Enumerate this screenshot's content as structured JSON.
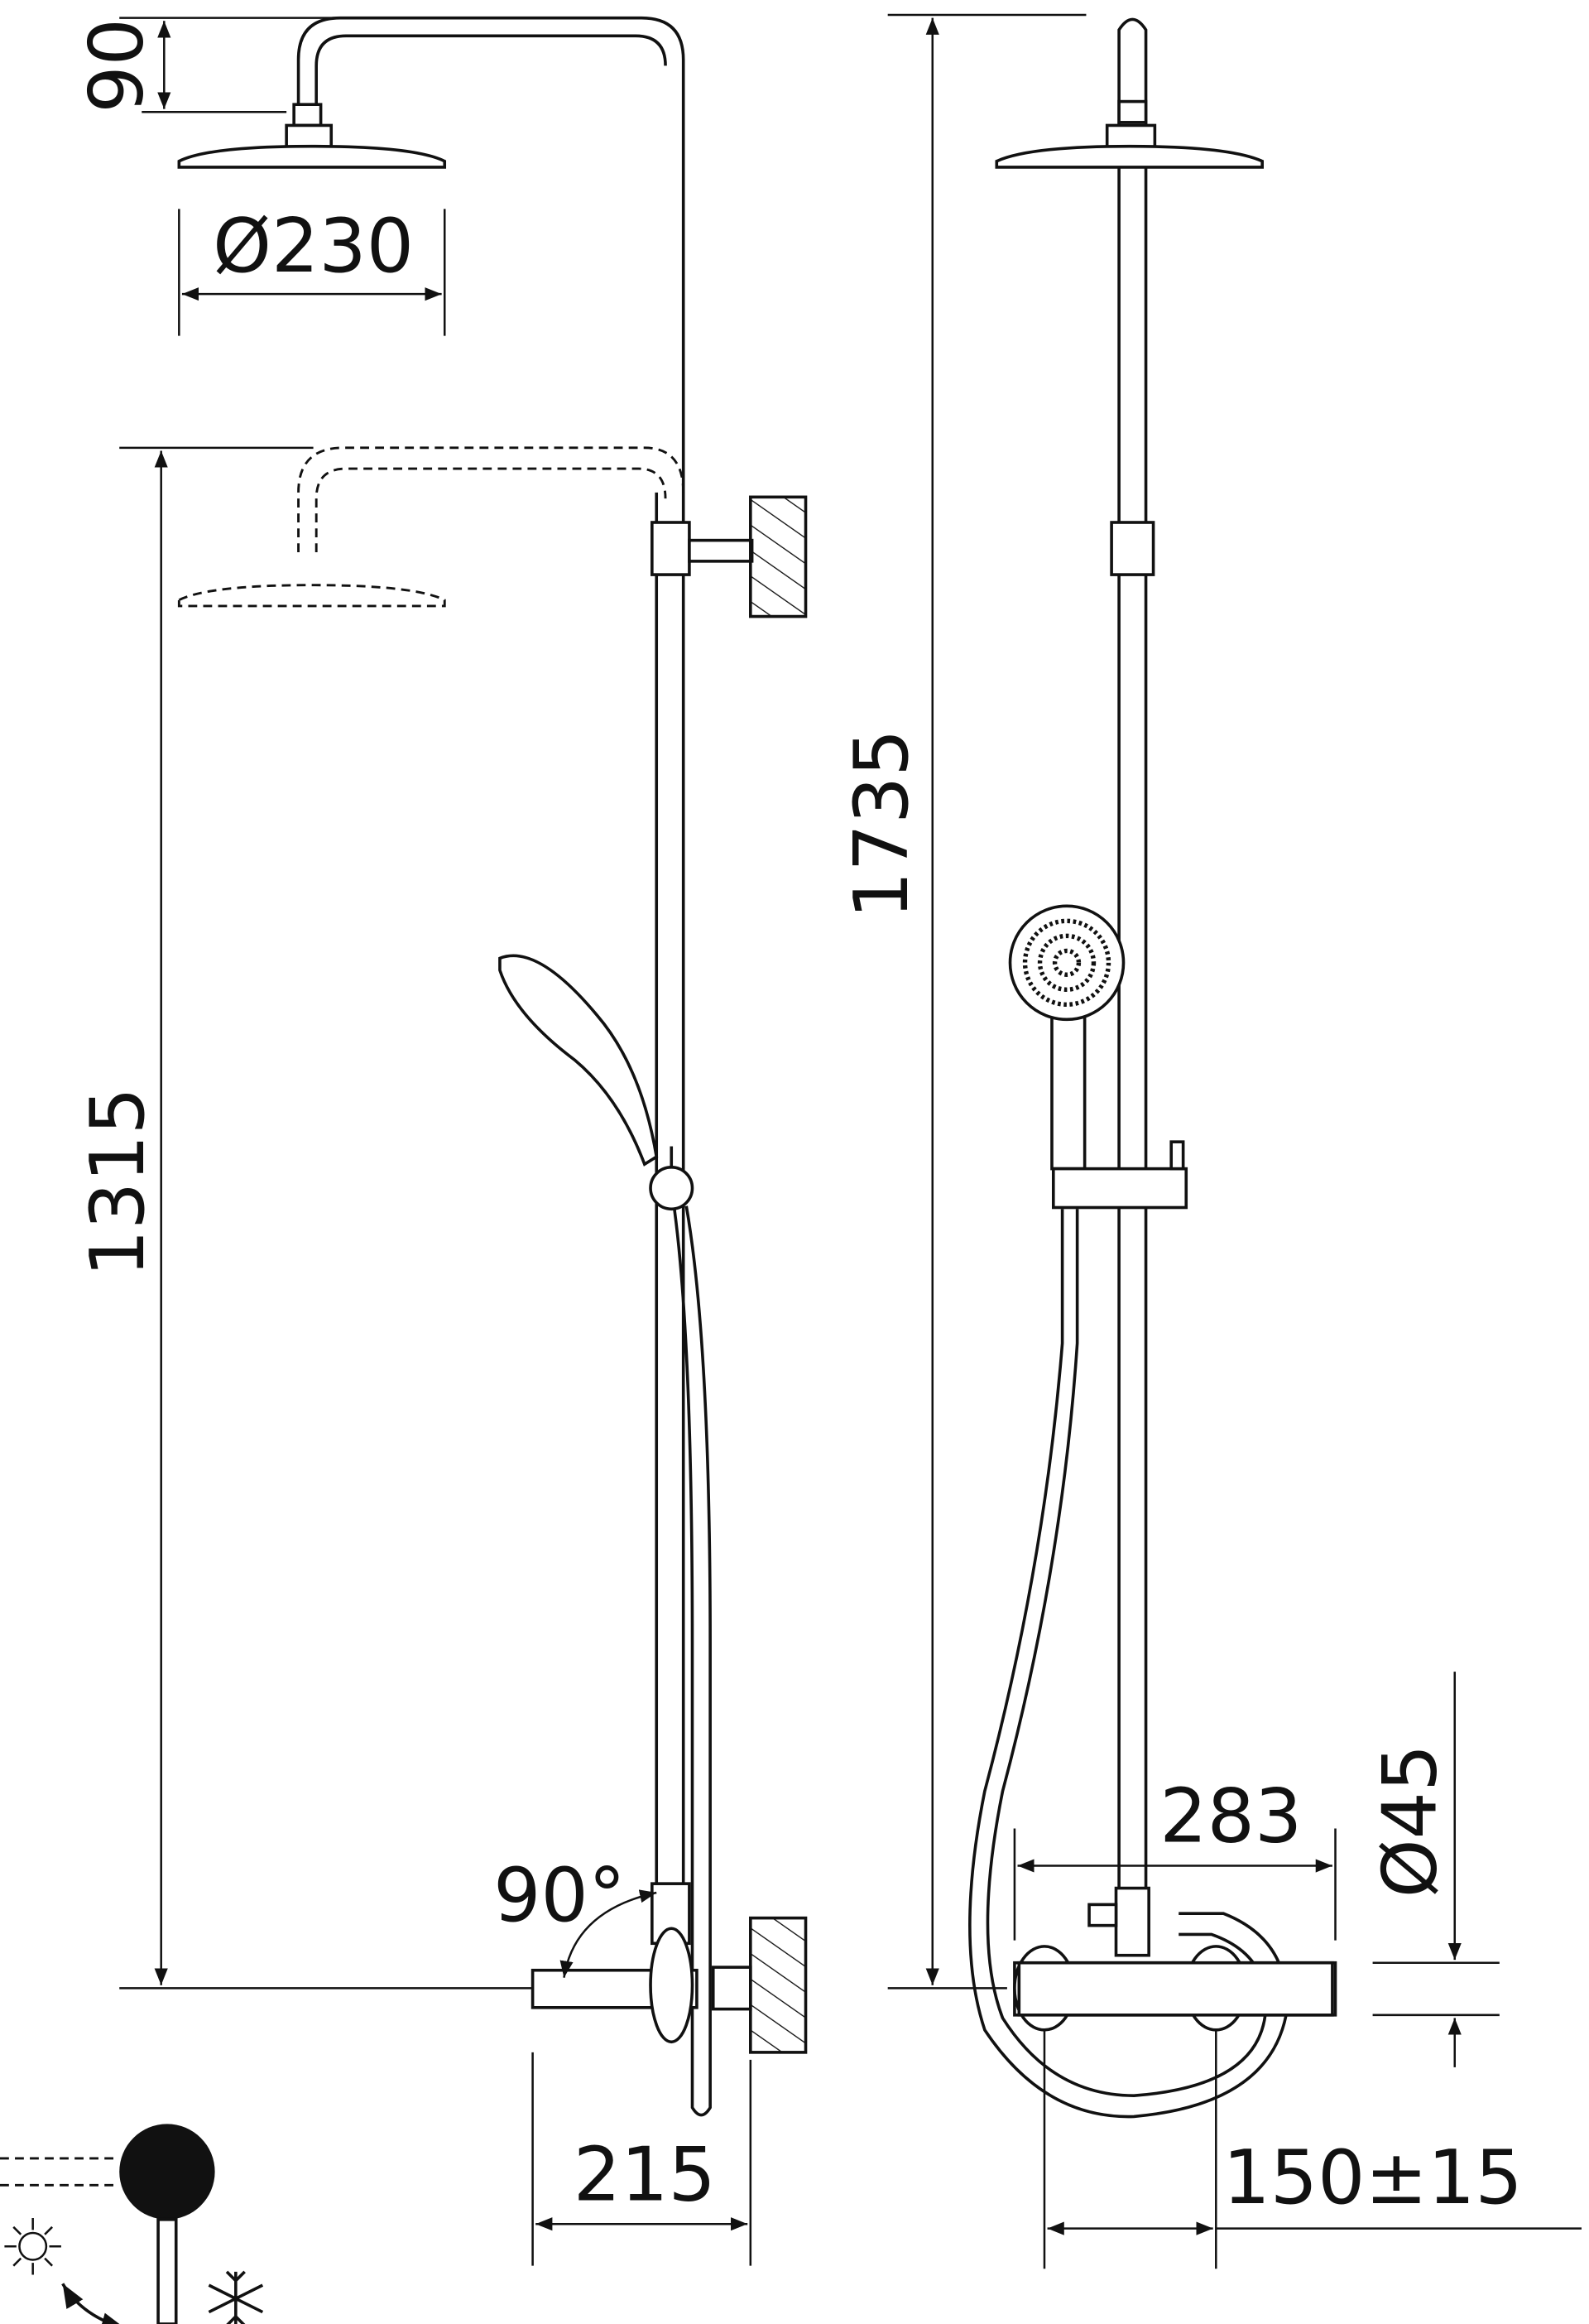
{
  "drawing": {
    "dimensions": {
      "head_drop": "90",
      "head_diameter": "Ø230",
      "bar_height_low": "1315",
      "total_height": "1735",
      "rotation_angle": "90°",
      "mixer_projection": "215",
      "mixer_width": "283",
      "mixer_diameter": "Ø45",
      "inlet_spacing": "150±15"
    },
    "legend_icons": [
      "hot-sun-icon",
      "cold-snowflake-icon",
      "lever-rotation-arrow-icon"
    ],
    "colors": {
      "line": "#111111",
      "background": "#ffffff"
    }
  }
}
